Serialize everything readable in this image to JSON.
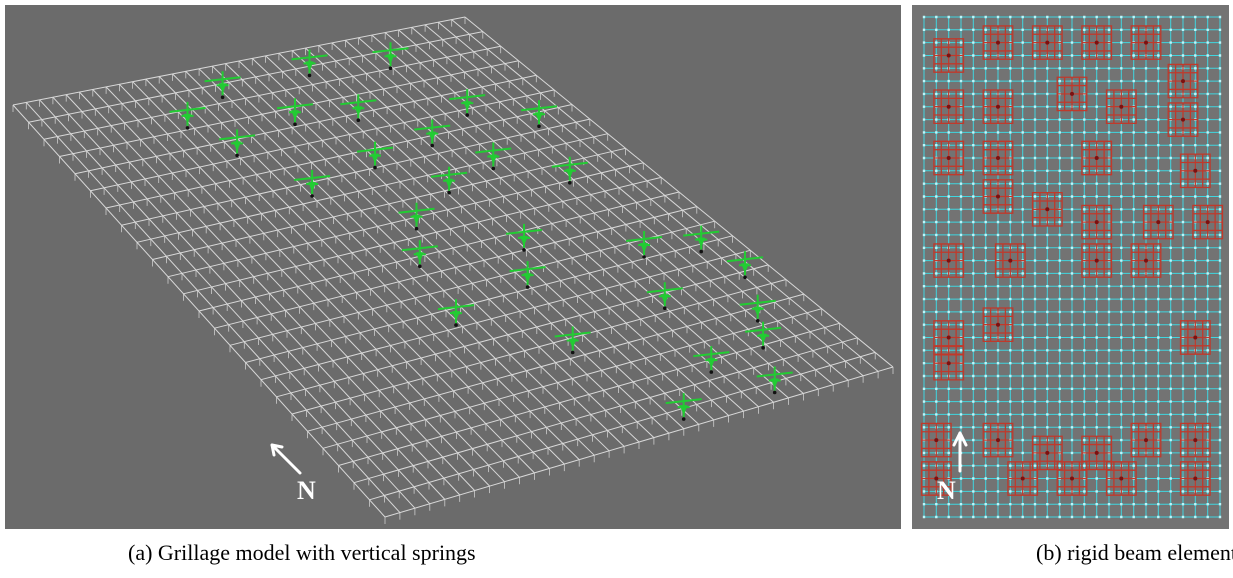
{
  "figure": {
    "panel_a": {
      "caption": "(a) Grillage model with vertical springs",
      "north_label": "N",
      "grid_cols": 34,
      "grid_rows": 24,
      "colors": {
        "background": "#6b6b6b",
        "grid": "#d8d8d8",
        "spring": "#22cc33"
      }
    },
    "panel_b": {
      "caption": "(b) rigid beam elements",
      "north_label": "N",
      "grid_cols": 24,
      "grid_rows": 39,
      "colors": {
        "background": "#737373",
        "grid": "#3fd6e0",
        "rigid": "#c0392b"
      }
    }
  }
}
